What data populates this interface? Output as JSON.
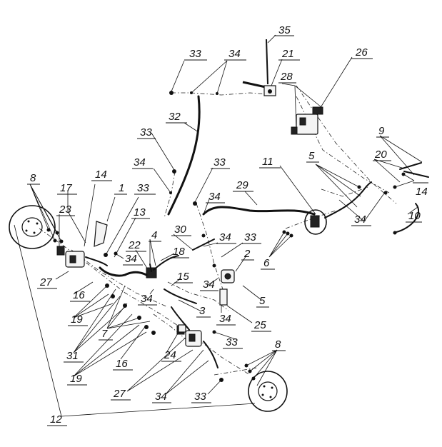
{
  "callouts": [
    {
      "id": "c35",
      "text": "35"
    },
    {
      "id": "c33a",
      "text": "33"
    },
    {
      "id": "c34a",
      "text": "34"
    },
    {
      "id": "c21",
      "text": "21"
    },
    {
      "id": "c26",
      "text": "26"
    },
    {
      "id": "c28",
      "text": "28"
    },
    {
      "id": "c32",
      "text": "32"
    },
    {
      "id": "c33b",
      "text": "33"
    },
    {
      "id": "c9",
      "text": "9"
    },
    {
      "id": "c20",
      "text": "20"
    },
    {
      "id": "c14a",
      "text": "14"
    },
    {
      "id": "c34b",
      "text": "34"
    },
    {
      "id": "c33c",
      "text": "33"
    },
    {
      "id": "c11",
      "text": "11"
    },
    {
      "id": "c5a",
      "text": "5"
    },
    {
      "id": "c8a",
      "text": "8"
    },
    {
      "id": "c17",
      "text": "17"
    },
    {
      "id": "c14b",
      "text": "14"
    },
    {
      "id": "c1",
      "text": "1"
    },
    {
      "id": "c33d",
      "text": "33"
    },
    {
      "id": "c34c",
      "text": "34"
    },
    {
      "id": "c29",
      "text": "29"
    },
    {
      "id": "c23",
      "text": "23"
    },
    {
      "id": "c13",
      "text": "13"
    },
    {
      "id": "c10",
      "text": "10"
    },
    {
      "id": "c34d",
      "text": "34"
    },
    {
      "id": "c30",
      "text": "30"
    },
    {
      "id": "c34e",
      "text": "34"
    },
    {
      "id": "c33e",
      "text": "33"
    },
    {
      "id": "c4",
      "text": "4"
    },
    {
      "id": "c22",
      "text": "22"
    },
    {
      "id": "c34f",
      "text": "34"
    },
    {
      "id": "c18",
      "text": "18"
    },
    {
      "id": "c2",
      "text": "2"
    },
    {
      "id": "c6",
      "text": "6"
    },
    {
      "id": "c27a",
      "text": "27"
    },
    {
      "id": "c15",
      "text": "15"
    },
    {
      "id": "c34g",
      "text": "34"
    },
    {
      "id": "c16a",
      "text": "16"
    },
    {
      "id": "c34h",
      "text": "34"
    },
    {
      "id": "c5b",
      "text": "5"
    },
    {
      "id": "c3",
      "text": "3"
    },
    {
      "id": "c19a",
      "text": "19"
    },
    {
      "id": "c34i",
      "text": "34"
    },
    {
      "id": "c25",
      "text": "25"
    },
    {
      "id": "c7",
      "text": "7"
    },
    {
      "id": "c33f",
      "text": "33"
    },
    {
      "id": "c31",
      "text": "31"
    },
    {
      "id": "c8b",
      "text": "8"
    },
    {
      "id": "c24",
      "text": "24"
    },
    {
      "id": "c16b",
      "text": "16"
    },
    {
      "id": "c19b",
      "text": "19"
    },
    {
      "id": "c27b",
      "text": "27"
    },
    {
      "id": "c34j",
      "text": "34"
    },
    {
      "id": "c33g",
      "text": "33"
    },
    {
      "id": "c12",
      "text": "12"
    }
  ]
}
